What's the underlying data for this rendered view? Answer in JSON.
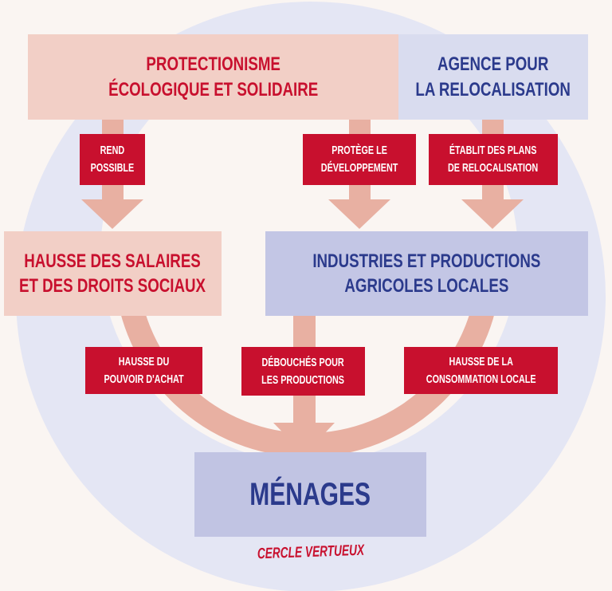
{
  "colors": {
    "background": "#faf5f2",
    "circle": "#e4e6f4",
    "ring": "#e8b0a2",
    "red": "#c8102e",
    "navy": "#2b3a8c",
    "pink_box": "#f2cfc6",
    "blue_box": "#c3c6e5"
  },
  "nodes": {
    "protectionnisme": [
      "PROTECTIONISME",
      "ÉCOLOGIQUE ET SOLIDAIRE"
    ],
    "agence": [
      "AGENCE POUR",
      "LA RELOCALISATION"
    ],
    "salaires": [
      "HAUSSE DES SALAIRES",
      "ET DES DROITS SOCIAUX"
    ],
    "industries": [
      "INDUSTRIES ET PRODUCTIONS",
      "AGRICOLES LOCALES"
    ],
    "menages": "MÉNAGES"
  },
  "edges": {
    "rend_possible": [
      "REND",
      "POSSIBLE"
    ],
    "protege": [
      "PROTÈGE LE",
      "DÉVELOPPEMENT"
    ],
    "etablit": [
      "ÉTABLIT DES PLANS",
      "DE RELOCALISATION"
    ],
    "pouvoir_achat": [
      "HAUSSE DU",
      "POUVOIR D'ACHAT"
    ],
    "debouches": [
      "DÉBOUCHÉS POUR",
      "LES PRODUCTIONS"
    ],
    "consommation": [
      "HAUSSE DE LA",
      "CONSOMMATION LOCALE"
    ]
  },
  "caption": "CERCLE VERTUEUX"
}
